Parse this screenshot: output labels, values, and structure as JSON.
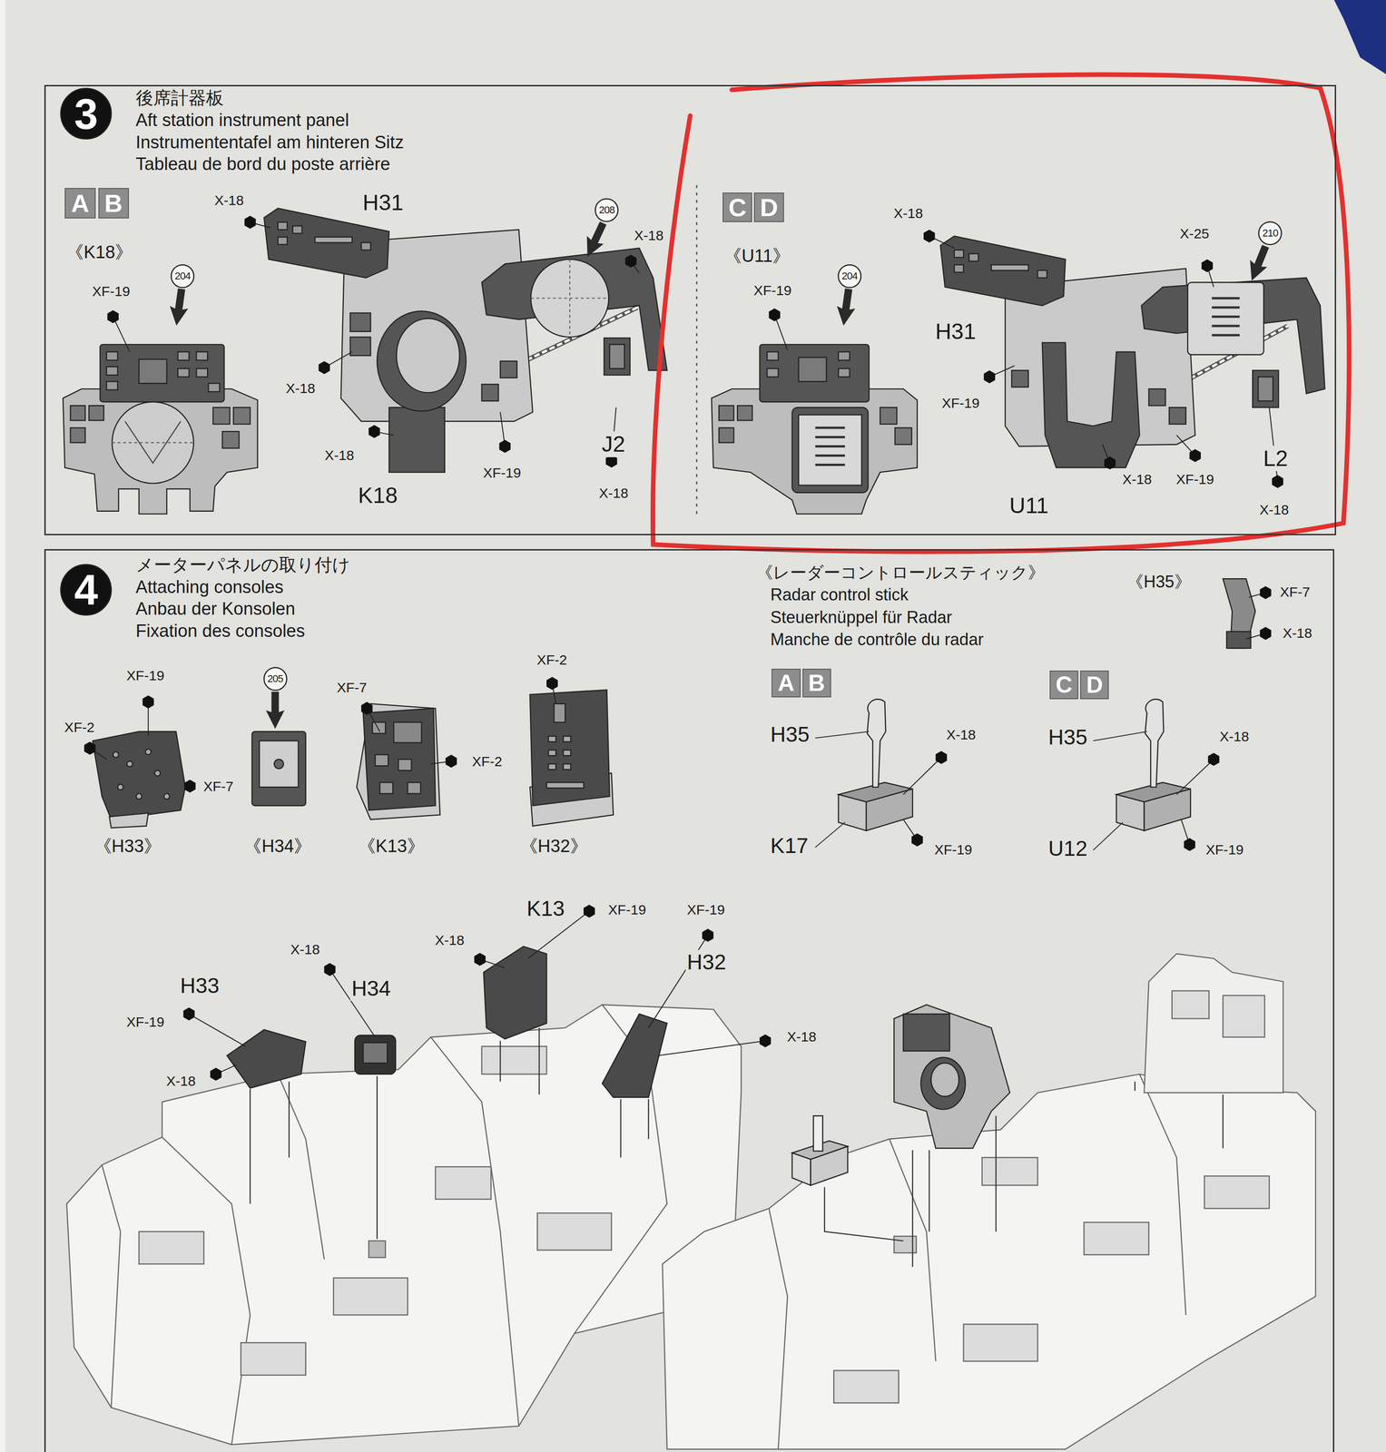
{
  "diagram": {
    "nodes": [
      {
        "text": [
          "後席計器板",
          "Aft station instrument panel",
          "Instrumententafel am hinteren Sitz",
          "Tableau de bord du poste arrière"
        ]
      },
      {
        "text": [
          "3"
        ],
        "in": 0
      },
      {
        "text": [
          "A"
        ],
        "in": 0
      },
      {
        "text": [
          "B"
        ],
        "in": 0
      },
      {
        "text": [
          "208"
        ],
        "in": 0
      },
      {
        "text": [
          "204"
        ],
        "in": 0
      },
      {
        "text": [
          "C"
        ],
        "in": 0
      },
      {
        "text": [
          "D"
        ],
        "in": 0
      },
      {
        "text": [
          "210"
        ],
        "in": 0
      },
      {
        "text": [
          "204"
        ],
        "in": 0
      },
      {
        "text": [
          "メーターパネルの取り付け",
          "Attaching consoles",
          "Anbau der Konsolen",
          "Fixation des consoles"
        ]
      },
      {
        "text": [
          "4"
        ],
        "in": 10
      },
      {
        "text": [
          "205"
        ],
        "in": 10
      },
      {
        "text": [
          "A"
        ],
        "in": 10
      },
      {
        "text": [
          "B"
        ],
        "in": 10
      },
      {
        "text": [
          "C"
        ],
        "in": 10
      },
      {
        "text": [
          "D"
        ],
        "in": 10
      }
    ],
    "labels": [
      "X-18",
      "H31",
      "X-18",
      "《K18》",
      "XF-19",
      "X-18",
      "X-18",
      "XF-19",
      "J2",
      "K18",
      "X-18",
      "X-18",
      "X-25",
      "《U11》",
      "XF-19",
      "H31",
      "XF-19",
      "L2",
      "X-18",
      "XF-19",
      "U11",
      "X-18",
      "《レーダーコントロールスティック》",
      "《H35》",
      "Radar control stick",
      "XF-7",
      "Steuerknüppel für Radar",
      "X-18",
      "Manche de contrôle du radar",
      "XF-2",
      "XF-19",
      "XF-7",
      "XF-2",
      "H35",
      "X-18",
      "H35",
      "X-18",
      "XF-2",
      "XF-7",
      "《H33》",
      "《H34》",
      "《K13》",
      "《H32》",
      "K17",
      "XF-19",
      "U12",
      "XF-19",
      "K13",
      "XF-19",
      "XF-19",
      "X-18",
      "X-18",
      "H32",
      "H33",
      "H34",
      "XF-19",
      "X-18",
      "X-18"
    ]
  }
}
